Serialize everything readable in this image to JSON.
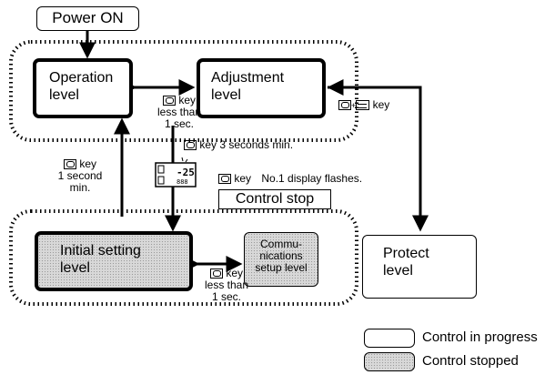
{
  "nodes": {
    "power_on": "Power ON",
    "operation": "Operation level",
    "adjustment": "Adjustment level",
    "initial_setting": "Initial setting level",
    "communications": "Commu- nications setup level",
    "protect": "Protect level",
    "control_stop": "Control stop"
  },
  "annotations": {
    "op_adj_key": "key",
    "op_adj_time": "less than 1 sec.",
    "key_3sec": "key 3 seconds min.",
    "key_1sec": "key",
    "key_1sec_time": "1 second min.",
    "flash_key": "key",
    "flash_text": "No.1 display flashes.",
    "protect_combo": "key",
    "init_comm_key": "key",
    "init_comm_time": "less than 1 sec."
  },
  "legend": {
    "in_progress": "Control in progress",
    "stopped": "Control stopped"
  },
  "icons": [
    "operation-key-icon",
    "mode-key-icon",
    "controller-display-icon"
  ]
}
